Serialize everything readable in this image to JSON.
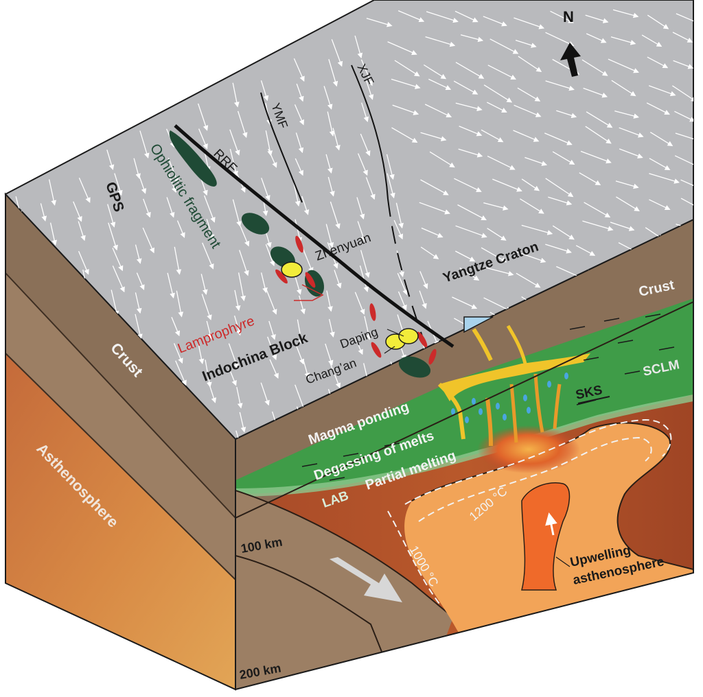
{
  "north": "N",
  "surface": {
    "gps": "GPS",
    "ophiolitic_fragment": "Ophiolitic fragment",
    "rrf": "RRF",
    "ymf": "YMF",
    "xjf": "XJF",
    "zhenyuan": "Zhenyuan",
    "yangtze_craton": "Yangtze Craton",
    "lamprophyre": "Lamprophyre",
    "indochina_block": "Indochina Block",
    "daping": "Daping",
    "changan": "Chang’an"
  },
  "front_face": {
    "crust": "Crust",
    "sclm": "SCLM",
    "sks": "SKS",
    "magma_ponding": "Magma ponding",
    "degassing": "Degassing of melts",
    "partial_melting": "Partial melting",
    "lab": "LAB",
    "isotherm_1200": "1200 °C",
    "isotherm_1000": "1000 °C",
    "upwelling_line1": "Upwelling",
    "upwelling_line2": "asthenosphere",
    "depth_100": "100 km"
  },
  "left_face": {
    "crust": "Crust",
    "asthenosphere": "Asthenosphere",
    "depth_200": "200 km"
  },
  "colors": {
    "surface": "#b9babd",
    "crust": "#8a7058",
    "crust_dark": "#6f5744",
    "sclm": "#3f9c48",
    "asthenosphere": "#b5552a",
    "plume": "#f2a458",
    "plume_core": "#ef6a2a",
    "melt": "#f0c42a",
    "ophiolite": "#1f4a35",
    "lamprophyre": "#cc2a2a",
    "sample": "#f2ec3a",
    "white_label": "#f2f2f2",
    "dark_label": "#1a1a1a"
  }
}
